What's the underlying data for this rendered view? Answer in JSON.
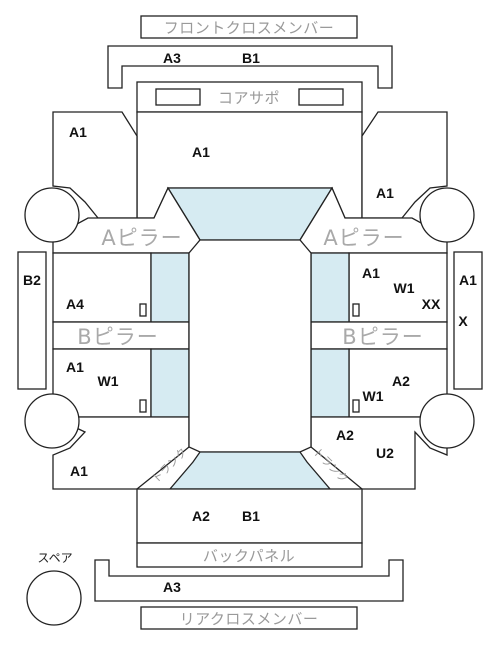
{
  "labels": {
    "front_cross_member": "フロントクロスメンバー",
    "core_support": "コアサポ",
    "a_pillar_left": "Aピラー",
    "a_pillar_right": "Aピラー",
    "b_pillar_left": "Bピラー",
    "b_pillar_right": "Bピラー",
    "back_panel": "バックパネル",
    "rear_cross_member": "リアクロスメンバー",
    "spare": "スペア",
    "trunk_left": "トランク",
    "trunk_right": "トランク"
  },
  "codes": {
    "front_member_a": "A3",
    "front_member_b": "B1",
    "hood": "A1",
    "fender_front_left": "A1",
    "fender_front_right": "A1",
    "side_sill_left": "B2",
    "side_sill_right_a": "A1",
    "side_sill_right_b": "X",
    "front_door_left": "A4",
    "front_door_right_a": "A1",
    "front_door_right_b": "W1",
    "front_door_right_c": "XX",
    "rear_door_left_a": "A1",
    "rear_door_left_b": "W1",
    "rear_door_right_a": "A2",
    "rear_door_right_b": "W1",
    "quarter_left": "A1",
    "quarter_right_a": "A2",
    "quarter_right_b": "U2",
    "trunk_a": "A2",
    "trunk_b": "B1",
    "rear_member": "A3"
  }
}
